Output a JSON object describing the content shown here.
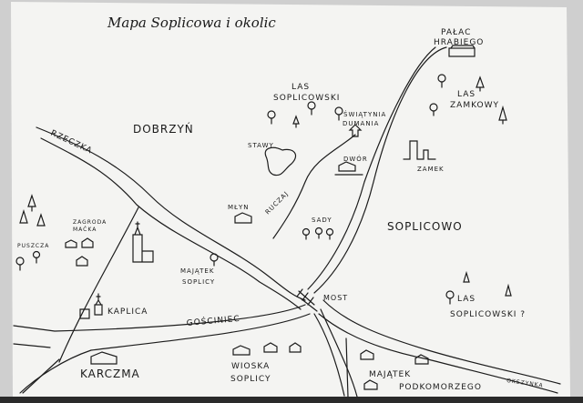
{
  "title": "Mapa Soplicowa i okolic",
  "labels": {
    "palace": [
      "PAŁAC",
      "HRABIEGO"
    ],
    "las_soplicowski": [
      "LAS",
      "SOPLICOWSKI"
    ],
    "swiatynia": [
      "ŚWIĄTYNIA",
      "DUMANIA"
    ],
    "las_zamkowy": [
      "LAS",
      "ZAMKOWY"
    ],
    "dobrzyn": "DOBRZYŃ",
    "rzeczka": "RZECZKA",
    "stawy": "STAWY",
    "dwor": "DWÓR",
    "zamek": "ZAMEK",
    "mlyn": "MŁYN",
    "ruczaj": "RUCZAJ",
    "sady": "SADY",
    "soplicowo": "SOPLICOWO",
    "zagroda": [
      "ZAGRODA",
      "MAĆKA"
    ],
    "puszcza": "PUSZCZA",
    "majatek_soplicy": [
      "MAJĄTEK",
      "SOPLICY"
    ],
    "most": "MOST",
    "las_soplicowski_2": [
      "LAS",
      "SOPLICOWSKI ?"
    ],
    "kaplica": "KAPLICA",
    "gosciniec": "GOŚCINIEC",
    "karczma": "KARCZMA",
    "wioska": [
      "WIOSKA",
      "SOPLICY"
    ],
    "majatek_podkomorzego": [
      "MAJĄTEK",
      "PODKOMORZEGO"
    ],
    "okszynka": "OKSZYNKA"
  }
}
